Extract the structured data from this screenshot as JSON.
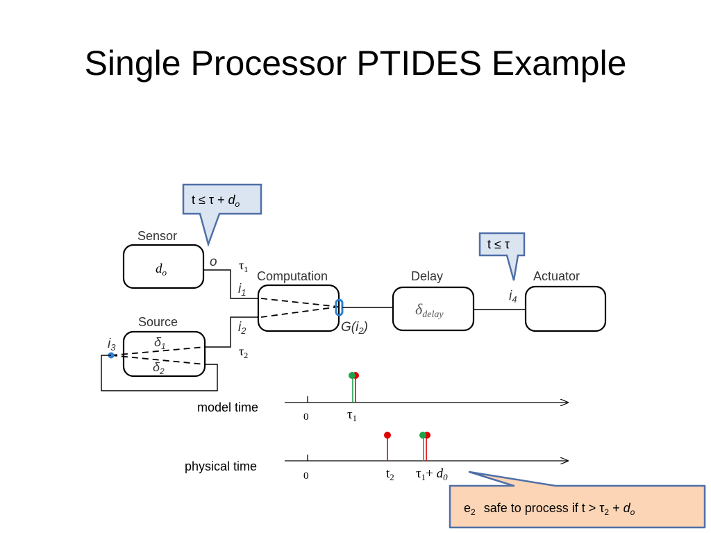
{
  "title": "Single Processor PTIDES Example",
  "colors": {
    "callout_blue_fill": "#dbe5f1",
    "callout_blue_stroke": "#4f6fa8",
    "callout_orange_fill": "#fbd5b5",
    "callout_orange_stroke": "#4f6fa8",
    "event_red": "#e00000",
    "event_green": "#1fa04a",
    "port_blue": "#2a7fd4"
  },
  "callouts": {
    "sensor_constraint": {
      "t": "t ≤ τ + ",
      "d": "d",
      "sub": "o"
    },
    "actuator_constraint": {
      "text": "t ≤ τ"
    },
    "safe": {
      "e": "e",
      "e_sub": "2",
      "mid": "safe to process if   t > τ",
      "tau_sub": "2",
      "plus": " + ",
      "d": "d",
      "d_sub": "o"
    }
  },
  "blocks": {
    "sensor": {
      "label": "Sensor",
      "param": "d",
      "param_sub": "o",
      "port": "o"
    },
    "source": {
      "label": "Source",
      "delta1": "δ",
      "delta1_sub": "1",
      "delta2": "δ",
      "delta2_sub": "2",
      "port": "i",
      "port_sub": "3"
    },
    "computation": {
      "label": "Computation",
      "in1": "i",
      "in1_sub": "1",
      "in2": "i",
      "in2_sub": "2",
      "tau1": "τ",
      "tau1_sub": "1",
      "tau2": "τ",
      "tau2_sub": "2",
      "output_fn": "G(i",
      "output_fn_sub": "2",
      "output_fn_end": ")"
    },
    "delay": {
      "label": "Delay",
      "param": "δ",
      "param_sub": "delay"
    },
    "actuator": {
      "label": "Actuator",
      "port": "i",
      "port_sub": "4"
    }
  },
  "timelines": {
    "model": {
      "label": "model time",
      "zero": "0",
      "tick_tau": "τ",
      "tick_tau_sub": "1"
    },
    "physical": {
      "label": "physical time",
      "zero": "0",
      "tick_t": "t",
      "tick_t_sub": "2",
      "tick_tau": "τ",
      "tick_tau_sub": "1",
      "tick_plus": "+ ",
      "tick_d": "d",
      "tick_d_sub": "0"
    }
  }
}
